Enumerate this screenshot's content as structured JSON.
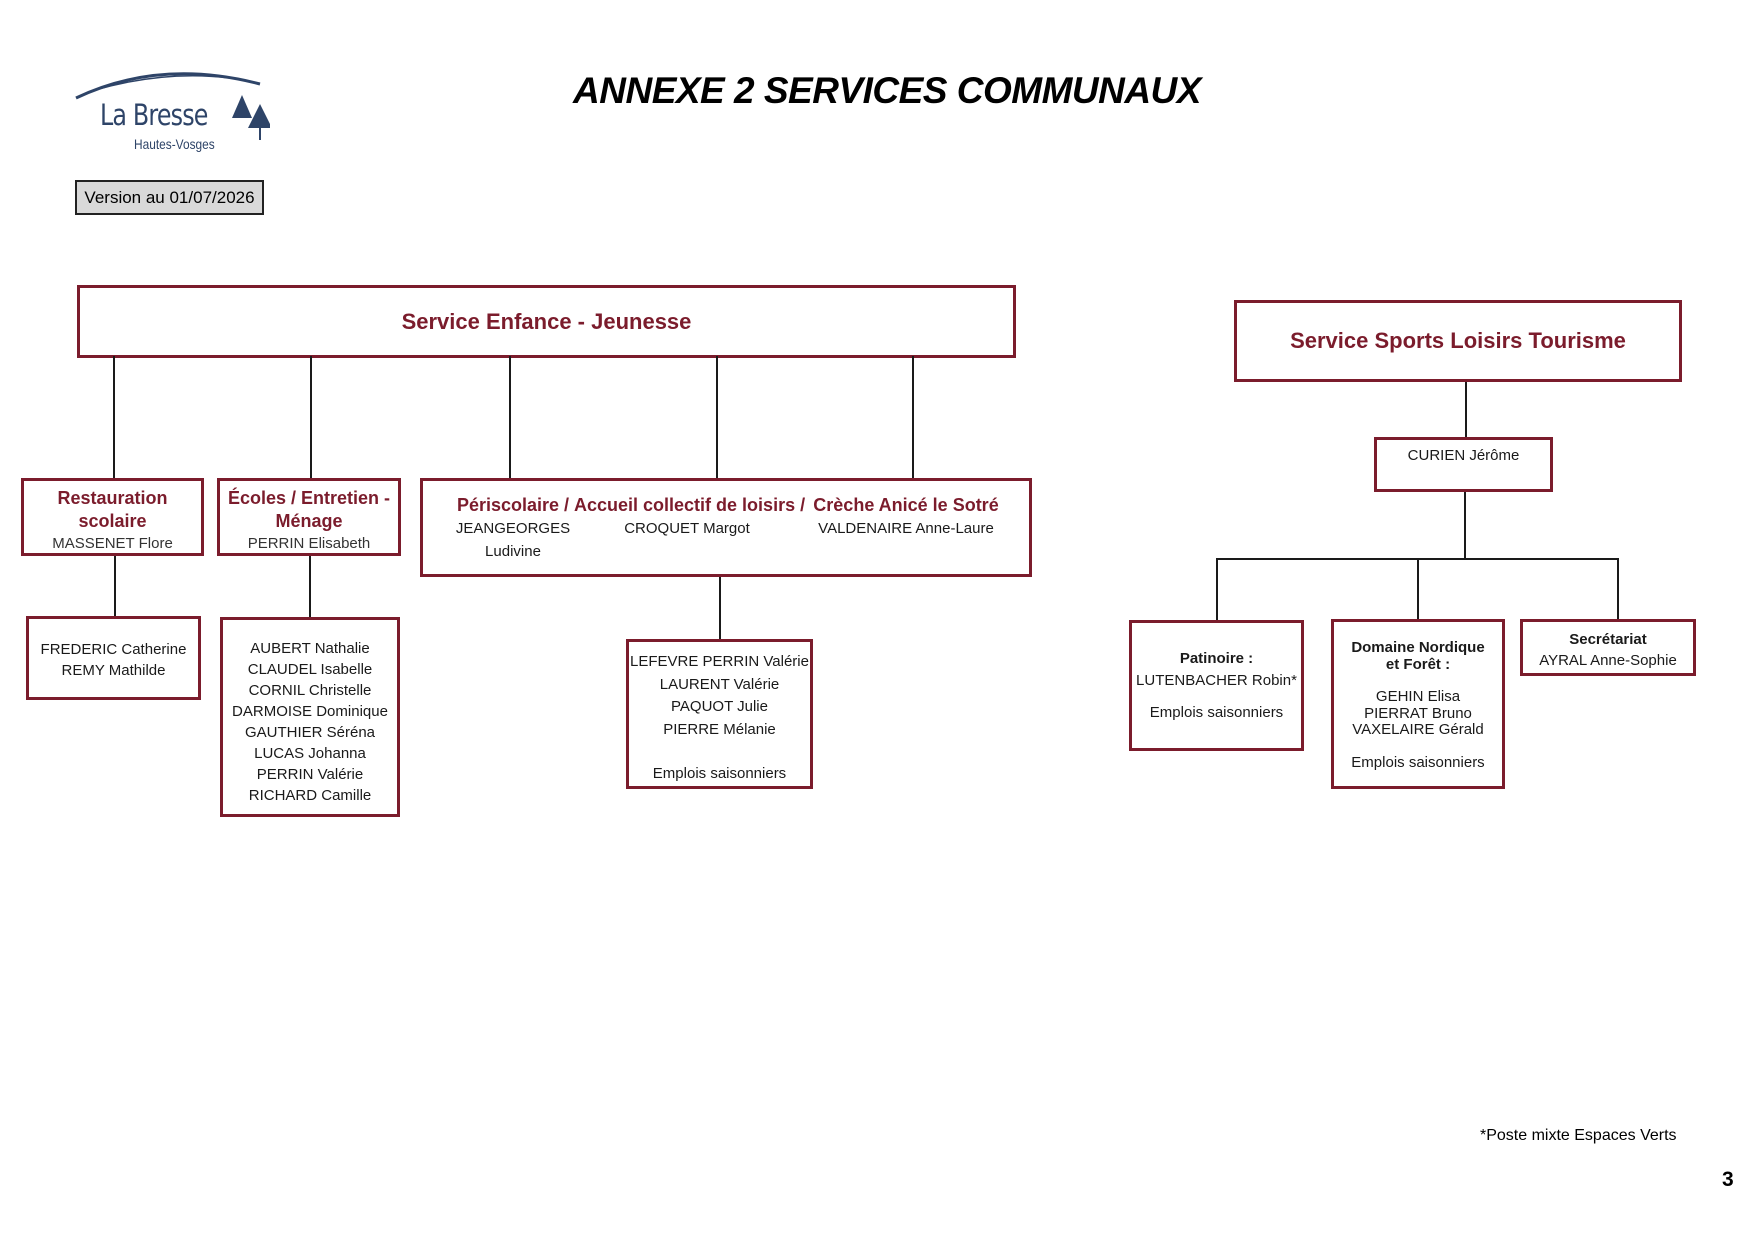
{
  "logo": {
    "name": "La Bresse",
    "subtitle": "Hautes-Vosges"
  },
  "title": "ANNEXE 2 SERVICES COMMUNAUX",
  "version": "Version au 01/07/2026",
  "footnote": "*Poste mixte Espaces Verts",
  "page_number": "3",
  "enfance": {
    "title": "Service Enfance - Jeunesse",
    "restauration": {
      "title_line1": "Restauration",
      "title_line2": "scolaire",
      "head_person": "MASSENET Flore",
      "staff": [
        "FREDERIC Catherine",
        "REMY Mathilde"
      ]
    },
    "ecoles": {
      "title_line1": "Écoles / Entretien -",
      "title_line2": "Ménage",
      "head_person": "PERRIN Elisabeth",
      "staff": [
        "AUBERT Nathalie",
        "CLAUDEL Isabelle",
        "CORNIL Christelle",
        "DARMOISE Dominique",
        "GAUTHIER Séréna",
        "LUCAS Johanna",
        "PERRIN Valérie",
        "RICHARD Camille"
      ]
    },
    "periscolaire": {
      "title": "Périscolaire /",
      "person_line1": "JEANGEORGES",
      "person_line2": "Ludivine"
    },
    "accueil": {
      "title": "Accueil collectif de loisirs /",
      "person": "CROQUET Margot"
    },
    "creche": {
      "title": "Crèche Anicé le Sotré",
      "person": "VALDENAIRE Anne-Laure"
    },
    "periscolaire_staff": [
      "LEFEVRE PERRIN Valérie",
      "LAURENT Valérie",
      "PAQUOT Julie",
      "PIERRE Mélanie"
    ],
    "periscolaire_seasonal": "Emplois saisonniers"
  },
  "sports": {
    "title": "Service Sports Loisirs Tourisme",
    "head_person": "CURIEN Jérôme",
    "patinoire": {
      "title": "Patinoire :",
      "person": "LUTENBACHER Robin*",
      "seasonal": "Emplois saisonniers"
    },
    "domaine": {
      "title_line1": "Domaine Nordique",
      "title_line2": "et Forêt :",
      "staff": [
        "GEHIN Elisa",
        "PIERRAT Bruno",
        "VAXELAIRE Gérald"
      ],
      "seasonal": "Emplois saisonniers"
    },
    "secretariat": {
      "title": "Secrétariat",
      "person": "AYRAL Anne-Sophie"
    }
  }
}
